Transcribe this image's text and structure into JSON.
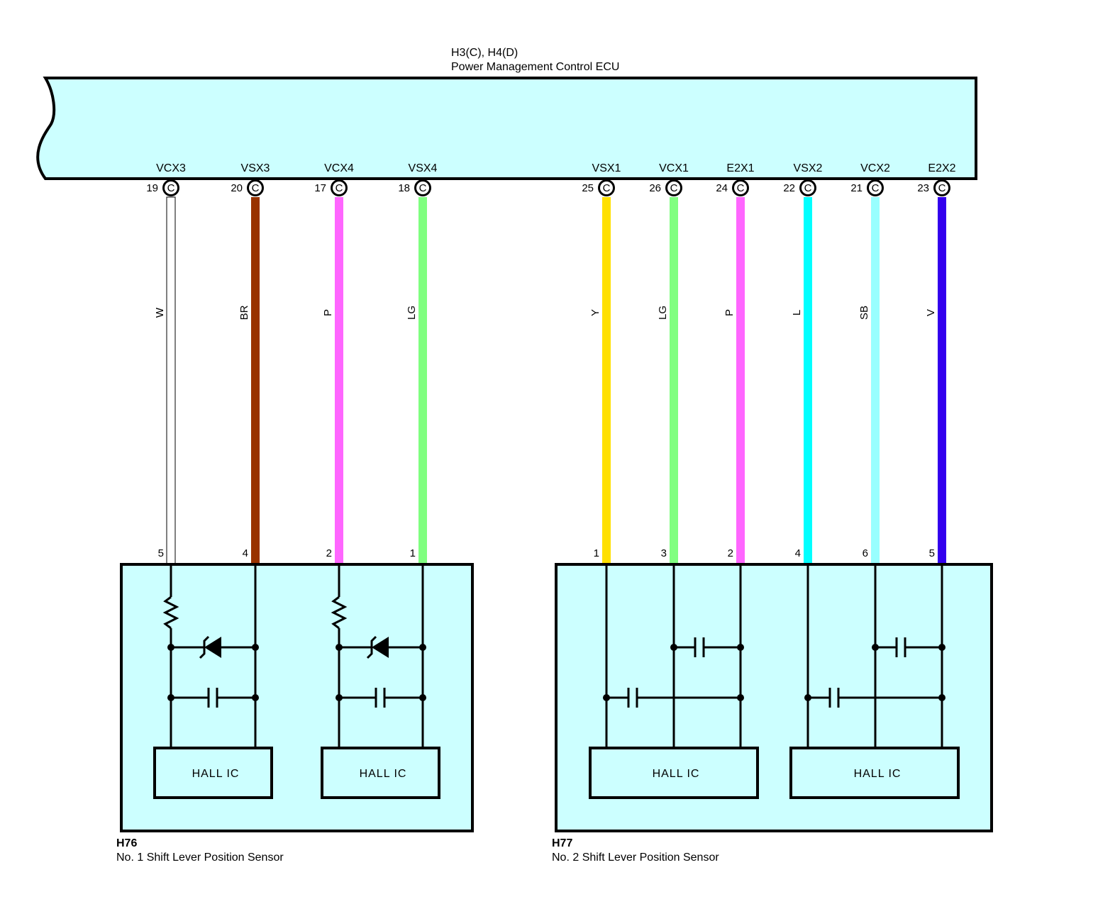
{
  "ecu": {
    "connector": "H3(C), H4(D)",
    "name": "Power Management Control ECU",
    "connector_letter": "C"
  },
  "wires": [
    {
      "terminal": "VCX3",
      "pin": "19",
      "color_code": "W",
      "color": "#ffffff",
      "sensor_pin": "5",
      "sensor_terminal": "VCX3"
    },
    {
      "terminal": "VSX3",
      "pin": "20",
      "color_code": "BR",
      "color": "#993300",
      "sensor_pin": "4",
      "sensor_terminal": "VSX3"
    },
    {
      "terminal": "VCX4",
      "pin": "17",
      "color_code": "P",
      "color": "#ff66ff",
      "sensor_pin": "2",
      "sensor_terminal": "VCX4"
    },
    {
      "terminal": "VSX4",
      "pin": "18",
      "color_code": "LG",
      "color": "#80ff80",
      "sensor_pin": "1",
      "sensor_terminal": "VSX4"
    },
    {
      "terminal": "VSX1",
      "pin": "25",
      "color_code": "Y",
      "color": "#ffe000",
      "sensor_pin": "1",
      "sensor_terminal": "VSX1"
    },
    {
      "terminal": "VCX1",
      "pin": "26",
      "color_code": "LG",
      "color": "#80ff80",
      "sensor_pin": "3",
      "sensor_terminal": "VCX1"
    },
    {
      "terminal": "E2X1",
      "pin": "24",
      "color_code": "P",
      "color": "#ff66ff",
      "sensor_pin": "2",
      "sensor_terminal": "E2X1"
    },
    {
      "terminal": "VSX2",
      "pin": "22",
      "color_code": "L",
      "color": "#00ffff",
      "sensor_pin": "4",
      "sensor_terminal": "VSX2"
    },
    {
      "terminal": "VCX2",
      "pin": "21",
      "color_code": "SB",
      "color": "#99ffff",
      "sensor_pin": "6",
      "sensor_terminal": "VCX2"
    },
    {
      "terminal": "E2X2",
      "pin": "23",
      "color_code": "V",
      "color": "#3300ee",
      "sensor_pin": "5",
      "sensor_terminal": "E2X2"
    }
  ],
  "sensors": [
    {
      "connector": "H76",
      "name": "No.  1 Shift Lever Position Sensor",
      "ic_labels": [
        "HALL IC",
        "HALL IC"
      ]
    },
    {
      "connector": "H77",
      "name": "No.  2 Shift Lever Position Sensor",
      "ic_labels": [
        "HALL IC",
        "HALL IC"
      ]
    }
  ],
  "colors": {
    "component_fill": "#ccffff",
    "outline": "#000000"
  }
}
